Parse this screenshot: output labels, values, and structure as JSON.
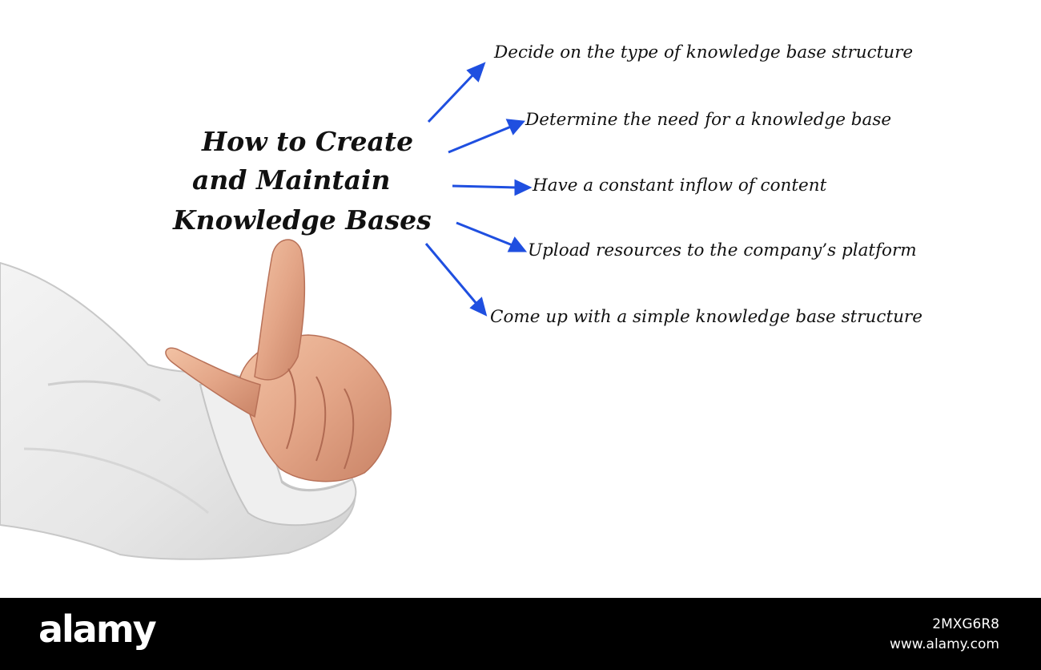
{
  "diagram": {
    "title_lines": [
      "How to Create",
      "and Maintain",
      "Knowledge Bases"
    ],
    "steps": [
      "Decide on the type of knowledge base structure",
      "Determine the need for a knowledge base",
      "Have a constant inflow of content",
      "Upload resources to the company’s platform",
      "Come up with a simple knowledge base structure"
    ],
    "arrow_color": "#1f4fe0",
    "text_color": "#111111"
  },
  "watermark": {
    "logo": "alamy",
    "image_id": "2MXG6R8",
    "site": "www.alamy.com"
  }
}
